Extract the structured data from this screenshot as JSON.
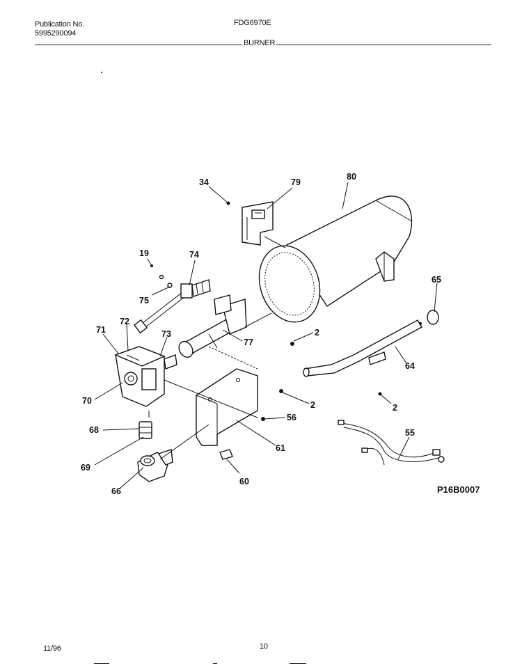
{
  "header": {
    "publication_label": "Publication No.",
    "publication_number": "5995290094",
    "model": "FDG6970E",
    "section": "BURNER"
  },
  "diagram": {
    "reference_code": "P16B0007",
    "callouts": [
      "34",
      "79",
      "80",
      "19",
      "74",
      "75",
      "71",
      "72",
      "73",
      "77",
      "2",
      "70",
      "2",
      "65",
      "64",
      "2",
      "56",
      "68",
      "61",
      "69",
      "55",
      "66",
      "60"
    ]
  },
  "footer": {
    "date": "11/96",
    "page": "10"
  }
}
